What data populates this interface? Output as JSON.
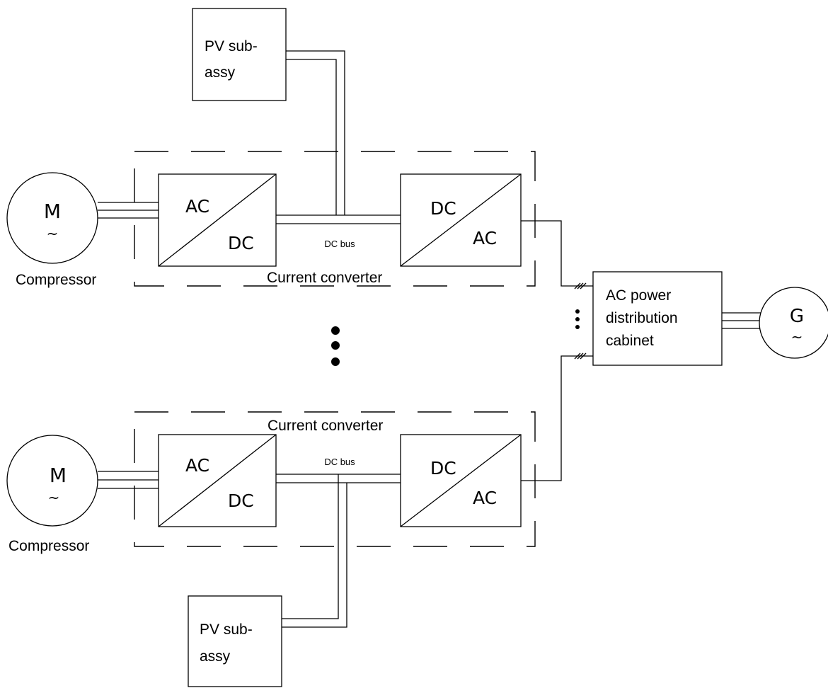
{
  "converters": [
    {
      "caption": "Current converter",
      "rectifier": {
        "top": "AC",
        "bottom": "DC"
      },
      "inverter": {
        "top": "DC",
        "bottom": "AC"
      },
      "dc_bus_label": "DC bus"
    },
    {
      "caption": "Current converter",
      "rectifier": {
        "top": "AC",
        "bottom": "DC"
      },
      "inverter": {
        "top": "DC",
        "bottom": "AC"
      },
      "dc_bus_label": "DC bus"
    }
  ],
  "motors": [
    {
      "symbol": "M",
      "tilde": "~",
      "caption": "Compressor"
    },
    {
      "symbol": "M",
      "tilde": "~",
      "caption": "Compressor"
    }
  ],
  "pv": [
    {
      "line1": "PV sub-",
      "line2": "assy"
    },
    {
      "line1": "PV sub-",
      "line2": "assy"
    }
  ],
  "cabinet": {
    "line1": "AC power",
    "line2": "distribution",
    "line3": "cabinet"
  },
  "generator": {
    "symbol": "G",
    "tilde": "~"
  }
}
